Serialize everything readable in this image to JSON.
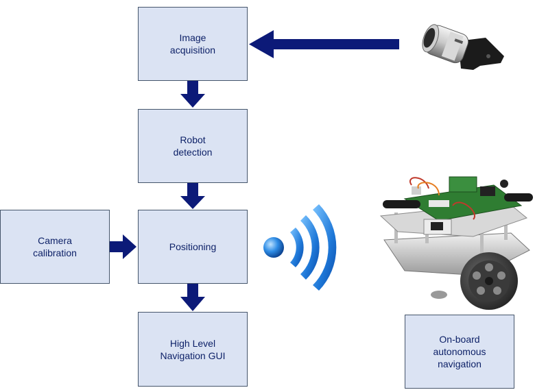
{
  "boxes": {
    "image_acquisition": "Image\nacquisition",
    "robot_detection": "Robot\ndetection",
    "positioning": "Positioning",
    "high_level_gui": "High Level\nNavigation GUI",
    "camera_calibration": "Camera\ncalibration",
    "onboard_navigation": "On-board\nautonomous\nnavigation"
  },
  "icons": {
    "camera": "camera-icon",
    "wireless": "wireless-signal-icon",
    "robot": "robot-icon"
  },
  "colors": {
    "box_fill": "#dbe3f3",
    "box_border": "#44546a",
    "box_text": "#0b1f66",
    "arrow": "#0c1a78",
    "wireless_blue": "#1e78d8"
  }
}
